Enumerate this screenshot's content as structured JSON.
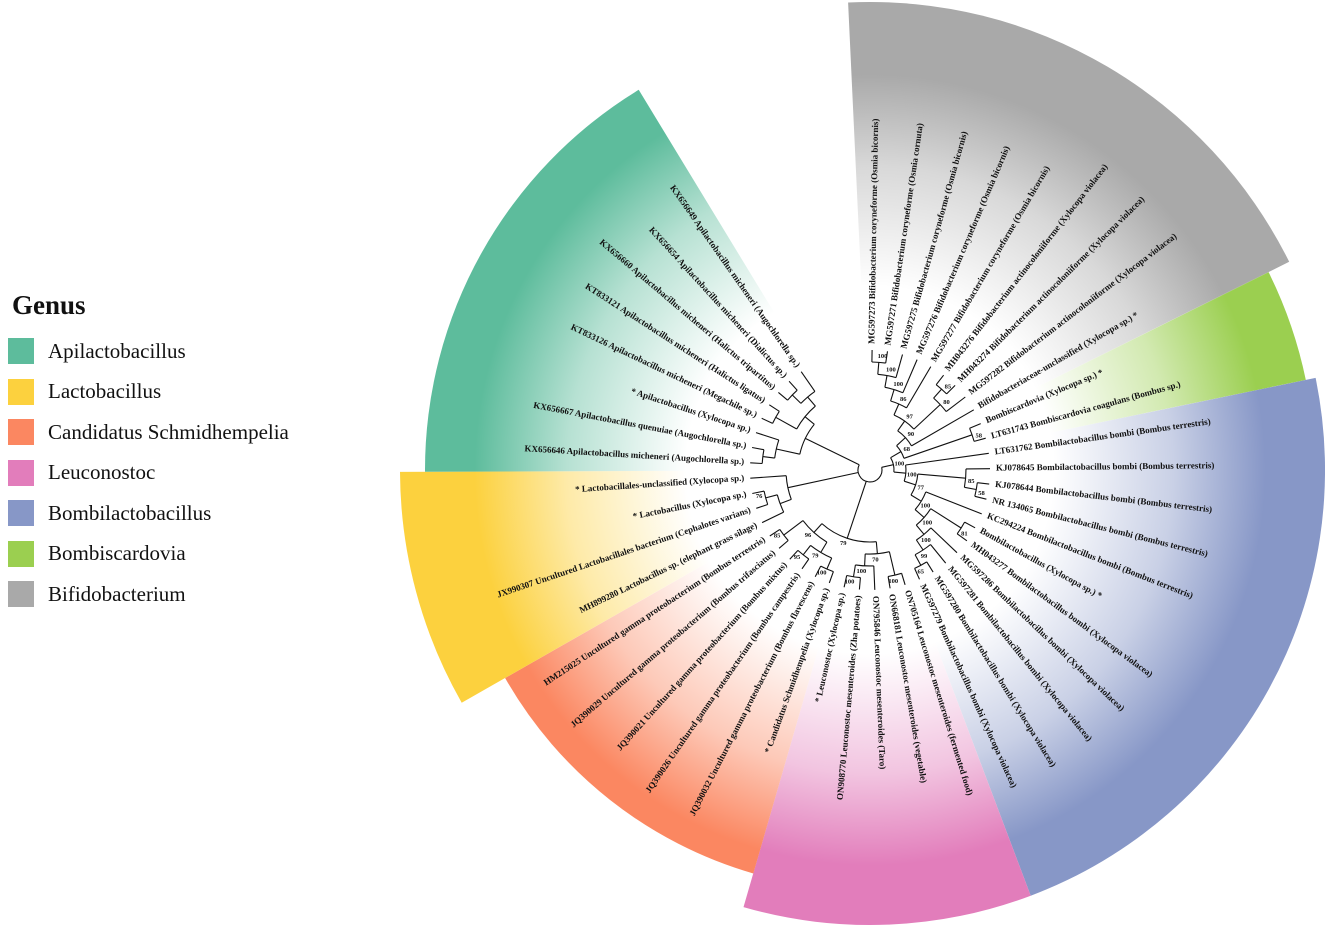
{
  "legend": {
    "title": "Genus",
    "items": [
      {
        "key": "apilacto",
        "label": "Apilactobacillus",
        "color": "#5dbc9c"
      },
      {
        "key": "lacto",
        "label": "Lactobacillus",
        "color": "#fcd13e"
      },
      {
        "key": "schmid",
        "label": "Candidatus Schmidhempelia",
        "color": "#fb8761"
      },
      {
        "key": "leuco",
        "label": "Leuconostoc",
        "color": "#e27dbb"
      },
      {
        "key": "bombila",
        "label": "Bombilactobacillus",
        "color": "#8797c7"
      },
      {
        "key": "bombisc",
        "label": "Bombiscardovia",
        "color": "#9bcf50"
      },
      {
        "key": "bifido",
        "label": "Bifidobacterium",
        "color": "#a9a9a9"
      }
    ]
  },
  "tree": {
    "leaves": [
      {
        "label": "MG597273 Bifidobacterium coryneforme (Osmia bicornis)",
        "genus": "bifido"
      },
      {
        "label": "MG597271 Bifidobacterium coryneforme (Osmia cornuta)",
        "genus": "bifido"
      },
      {
        "label": "MG597275 Bifidobacterium coryneforme (Osmia bicornis)",
        "genus": "bifido"
      },
      {
        "label": "MG597276 Bifidobacterium coryneforme (Osmia bicornis)",
        "genus": "bifido"
      },
      {
        "label": "MG597277 Bifidobacterium coryneforme (Osmia bicornis)",
        "genus": "bifido"
      },
      {
        "label": "MH043276 Bifidobacterium actinocoloniiforme (Xylocopa violacea)",
        "genus": "bifido"
      },
      {
        "label": "MH043274 Bifidobacterium actinocoloniiforme (Xylocopa violacea)",
        "genus": "bifido"
      },
      {
        "label": "MG597282 Bifidobacterium actinocoloniiforme (Xylocopa violacea)",
        "genus": "bifido"
      },
      {
        "label": "Bifidobacteriaceae-unclassified (Xylocopa sp.) *",
        "genus": "bifido"
      },
      {
        "label": "Bombiscardovia (Xylocopa sp.) *",
        "genus": "bombisc"
      },
      {
        "label": "LT631743 Bombiscardovia coagulans (Bombus sp.)",
        "genus": "bombisc"
      },
      {
        "label": "LT631762 Bombilactobacillus bombi (Bombus terrestris)",
        "genus": "bombila"
      },
      {
        "label": "KJ078645 Bombilactobacillus bombi (Bombus terrestris)",
        "genus": "bombila"
      },
      {
        "label": "KJ078644 Bombilactobacillus bombi (Bombus terrestris)",
        "genus": "bombila"
      },
      {
        "label": "NR 134065 Bombilactobacillus bombi (Bombus terrestris)",
        "genus": "bombila"
      },
      {
        "label": "KC294224 Bombilactobacillus bombi (Bombus terrestris)",
        "genus": "bombila"
      },
      {
        "label": "Bombilactobacillus (Xylocopa sp.) *",
        "genus": "bombila"
      },
      {
        "label": "MH043277 Bombilactobacillus bombi (Xylocopa violacea)",
        "genus": "bombila"
      },
      {
        "label": "MG597286 Bombilactobacillus bombi (Xylocopa violacea)",
        "genus": "bombila"
      },
      {
        "label": "MG597281 Bombilactobacillus bombi (Xylocopa violacea)",
        "genus": "bombila"
      },
      {
        "label": "MG597280 Bombilactobacillus bombi (Xylocopa violacea)",
        "genus": "bombila"
      },
      {
        "label": "MG597279 Bombilactobacillus bombi (Xylocopa violacea)",
        "genus": "bombila"
      },
      {
        "label": "ON705164 Leuconostoc mesenteroides (fermented food)",
        "genus": "leuco"
      },
      {
        "label": "ON668181 Leuconostoc mesenteroides (vegetable)",
        "genus": "leuco"
      },
      {
        "label": "ON795846 Leuconostoc mesenteroides (Taro)",
        "genus": "leuco"
      },
      {
        "label": "ON908770 Leuconostoc mesenteroides (Zha potatoes)",
        "genus": "leuco"
      },
      {
        "label": "* Leuconostoc (Xylocopa sp.)",
        "genus": "leuco"
      },
      {
        "label": "* Candidatus Schmidhempelia (Xylocopa sp.)",
        "genus": "schmid"
      },
      {
        "label": "JQ390032 Uncultured gamma proteobacterium (Bombus flavescens)",
        "genus": "schmid"
      },
      {
        "label": "JQ390026 Uncultured gamma proteobacterium (Bombus campestris)",
        "genus": "schmid"
      },
      {
        "label": "JQ390021 Uncultured gamma proteobacterium (Bombus mixtus)",
        "genus": "schmid"
      },
      {
        "label": "JQ390029 Uncultured gamma proteobacterium (Bombus trifasciatus)",
        "genus": "schmid"
      },
      {
        "label": "HM215025 Uncultured gamma proteobacterium (Bombus terrestris)",
        "genus": "schmid"
      },
      {
        "label": "MH899280 Lactobacillus sp. (elephant grass silage)",
        "genus": "lacto"
      },
      {
        "label": "JX990307 Uncultured Lactobacillales bacterium (Cephalotes varians)",
        "genus": "lacto"
      },
      {
        "label": "* Lactobacillus (Xylocopa sp.)",
        "genus": "lacto"
      },
      {
        "label": "* Lactobacillales-unclassified (Xylocopa sp.)",
        "genus": "lacto"
      },
      {
        "label": "KX656646 Apilactobacillus micheneri (Augochlorella sp.)",
        "genus": "apilacto"
      },
      {
        "label": "KX656667 Apilactobacillus quenuiae (Augochlorella sp.)",
        "genus": "apilacto"
      },
      {
        "label": "* Apilactobacillus (Xylocopa sp.)",
        "genus": "apilacto"
      },
      {
        "label": "KT833126 Apilactobacillus micheneri (Megachile sp.)",
        "genus": "apilacto"
      },
      {
        "label": "KT833121 Apilactobacillus micheneri (Halictus ligatus)",
        "genus": "apilacto"
      },
      {
        "label": "KX656660 Apilactobacillus micheneri (Halictus tripartitus)",
        "genus": "apilacto"
      },
      {
        "label": "KX656654 Apilactobacillus micheneri (Dialictus sp.)",
        "genus": "apilacto"
      },
      {
        "label": "KX656649 Apilactobacillus micheneri (Augochlorella sp.)",
        "genus": "apilacto"
      }
    ],
    "bootstrap": [
      "100",
      "100",
      "100",
      "86",
      "85",
      "80",
      "97",
      "90",
      "58",
      "68",
      "58",
      "85",
      "81",
      "65",
      "99",
      "100",
      "100",
      "100",
      "77",
      "100",
      "100",
      "100",
      "100",
      "100",
      "70",
      "100",
      "95",
      "79",
      "85",
      "96",
      "79",
      "76"
    ]
  }
}
